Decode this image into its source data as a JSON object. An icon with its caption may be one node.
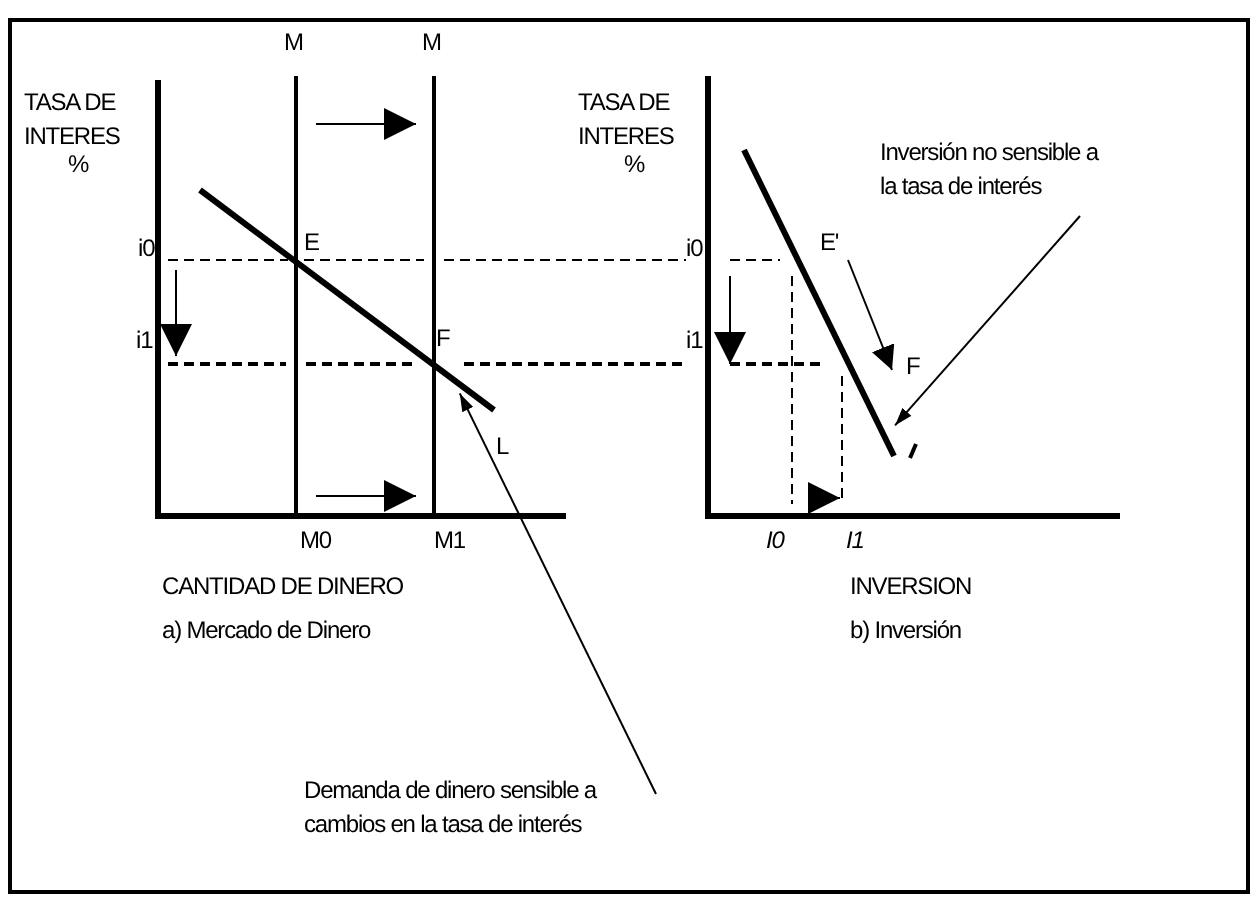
{
  "diagram": {
    "nodes": [
      {
        "text": [
          "Demanda de dinero sensible a cambios en la tasa de interés"
        ]
      },
      {
        "text": [],
        "shape": "line"
      },
      {
        "text": [
          "Inversión no sensible a la tasa de interés"
        ]
      },
      {
        "text": [],
        "shape": "line"
      }
    ],
    "edges": [
      {
        "from": 0,
        "to": 1,
        "arrow": "to"
      },
      {
        "from": 2,
        "to": 3,
        "arrow": "to"
      }
    ],
    "labels": [
      "TASA DE INTERES",
      "%",
      "M",
      "M",
      "i0",
      "E",
      "i1",
      "F",
      "L",
      "M0",
      "M1",
      "CANTIDAD DE DINERO",
      "a) Mercado de Dinero",
      "TASA DE INTERES",
      "%",
      "i0",
      "E'",
      "i1",
      "F",
      "I0",
      "I1",
      "INVERSION",
      "b) Inversión"
    ]
  }
}
